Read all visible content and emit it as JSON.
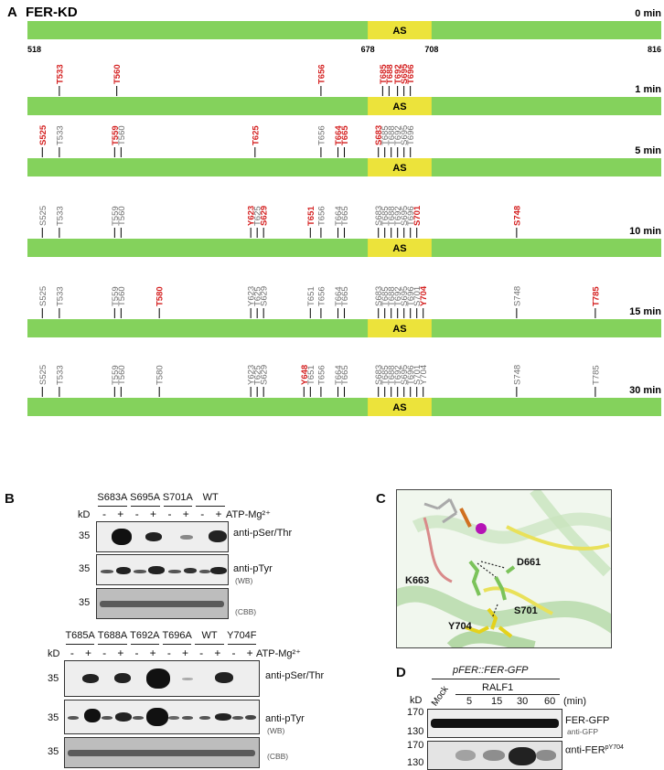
{
  "panels": {
    "a": "A",
    "b": "B",
    "c": "C",
    "d": "D"
  },
  "panelA": {
    "title": "FER-KD",
    "domain_label": "AS",
    "axis_labels": [
      "518",
      "678",
      "708",
      "816"
    ],
    "colors": {
      "bar": "#84d25c",
      "as": "#ece33b",
      "new_site": "#d42020",
      "old_site": "#6e6e6e"
    },
    "tracks": [
      {
        "time": "0 min",
        "sites": [],
        "new": []
      },
      {
        "time": "1 min",
        "sites": [
          "T533",
          "T560",
          "T656",
          "T685",
          "T688",
          "T692",
          "S695",
          "T696"
        ],
        "new": [
          "T533",
          "T560",
          "T656",
          "T685",
          "T688",
          "T692",
          "S695",
          "T696"
        ]
      },
      {
        "time": "5 min",
        "sites": [
          "S525",
          "T533",
          "T559",
          "T560",
          "T625",
          "T656",
          "T664",
          "T665",
          "S683",
          "T685",
          "T688",
          "T692",
          "S695",
          "T696"
        ],
        "new": [
          "S525",
          "T559",
          "T625",
          "T664",
          "T665",
          "S683"
        ]
      },
      {
        "time": "10 min",
        "sites": [
          "S525",
          "T533",
          "T559",
          "T560",
          "Y623",
          "T625",
          "S629",
          "T651",
          "T656",
          "T664",
          "T665",
          "S683",
          "T685",
          "T688",
          "T692",
          "S695",
          "T696",
          "S701",
          "S748"
        ],
        "new": [
          "Y623",
          "S629",
          "T651",
          "S701",
          "S748"
        ]
      },
      {
        "time": "15 min",
        "sites": [
          "S525",
          "T533",
          "T559",
          "T560",
          "T580",
          "Y623",
          "T625",
          "S629",
          "T651",
          "T656",
          "T664",
          "T665",
          "S683",
          "T685",
          "T688",
          "T692",
          "S695",
          "T696",
          "S701",
          "Y704",
          "S748",
          "T785"
        ],
        "new": [
          "T580",
          "Y704",
          "T785"
        ]
      },
      {
        "time": "30 min",
        "sites": [
          "S525",
          "T533",
          "T559",
          "T560",
          "T580",
          "Y623",
          "T625",
          "S629",
          "Y648",
          "T651",
          "T656",
          "T664",
          "T665",
          "S683",
          "T685",
          "T688",
          "T692",
          "S695",
          "T696",
          "S701",
          "Y704",
          "S748",
          "T785"
        ],
        "new": [
          "Y648"
        ]
      }
    ]
  },
  "panelB": {
    "top": {
      "genotypes": [
        "S683A",
        "S695A",
        "S701A",
        "WT"
      ],
      "treatment": "ATP-Mg²⁺",
      "signs": [
        "-",
        "+",
        "-",
        "+",
        "-",
        "+",
        "-",
        "+"
      ],
      "kd": "kD",
      "mw": [
        "35",
        "35",
        "35"
      ],
      "rows": [
        {
          "label": "anti-pSer/Thr",
          "sub": ""
        },
        {
          "label": "anti-pTyr",
          "sub": "(WB)"
        },
        {
          "label": "",
          "sub": "(CBB)"
        }
      ]
    },
    "bottom": {
      "genotypes": [
        "T685A",
        "T688A",
        "T692A",
        "T696A",
        "WT",
        "Y704F"
      ],
      "treatment": "ATP-Mg²⁺",
      "signs": [
        "-",
        "+",
        "-",
        "+",
        "-",
        "+",
        "-",
        "+",
        "-",
        "+",
        "-",
        "+"
      ],
      "kd": "kD",
      "mw": [
        "35",
        "35",
        "35"
      ],
      "rows": [
        {
          "label": "anti-pSer/Thr",
          "sub": ""
        },
        {
          "label": "anti-pTyr",
          "sub": "(WB)"
        },
        {
          "label": "",
          "sub": "(CBB)"
        }
      ]
    }
  },
  "panelC": {
    "residues": [
      "D661",
      "K663",
      "S701",
      "Y704"
    ]
  },
  "panelD": {
    "construct": "pFER::FER-GFP",
    "mock": "Mock",
    "treatment": "RALF1",
    "times": [
      "5",
      "15",
      "30",
      "60"
    ],
    "unit": "(min)",
    "kd": "kD",
    "mw": [
      "170",
      "130",
      "170",
      "130"
    ],
    "row1_label": "FER-GFP",
    "row1_sub": "anti-GFP",
    "row2_label": "αnti-FER",
    "row2_sup": "pY704"
  }
}
